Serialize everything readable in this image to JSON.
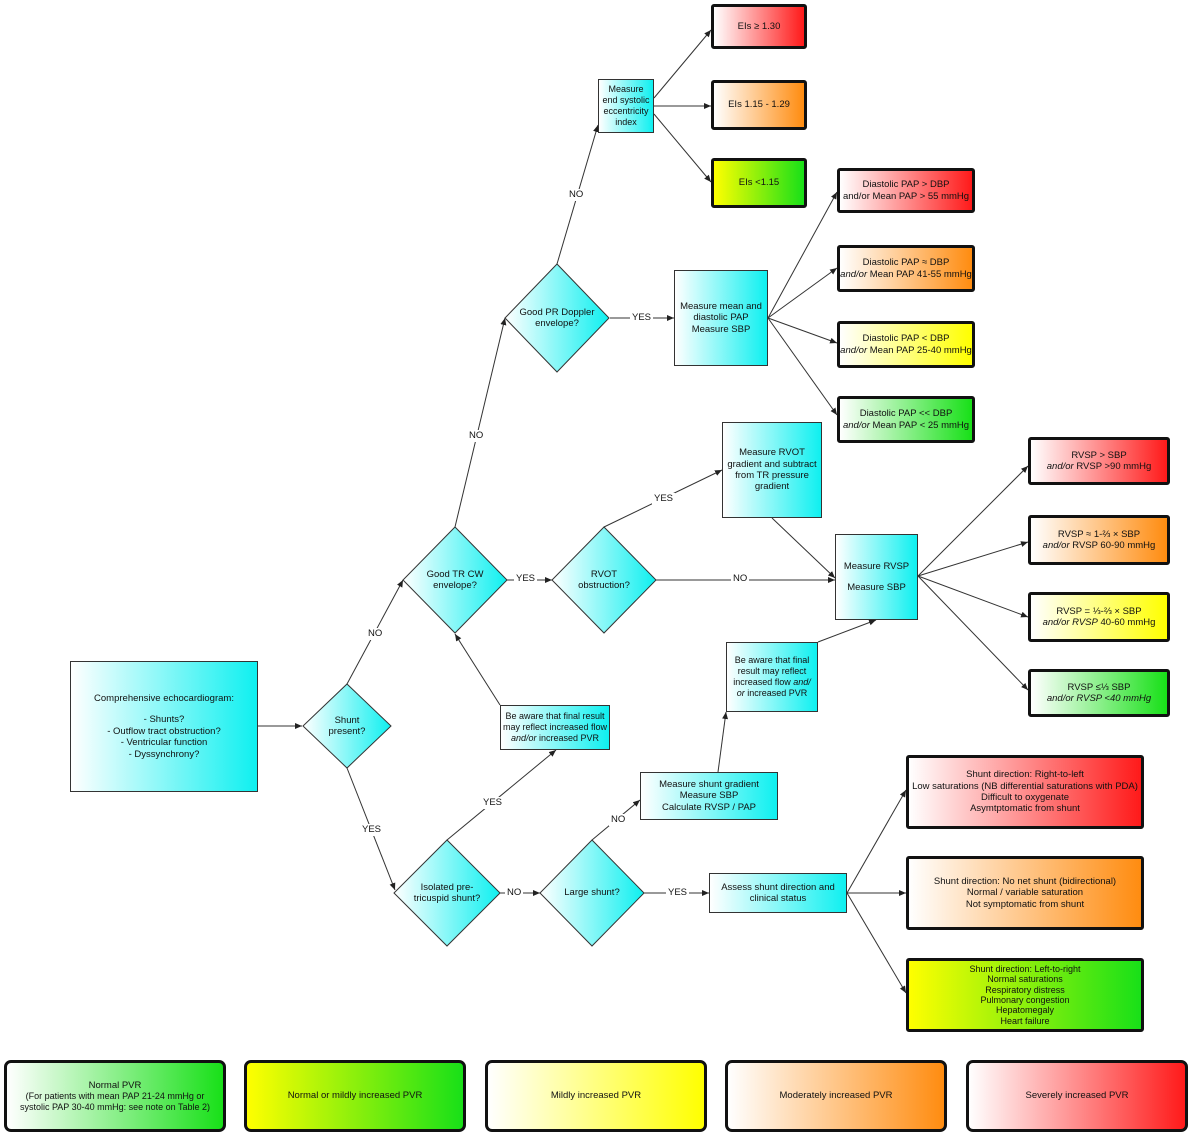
{
  "start": {
    "title": "Comprehensive echocardiogram:",
    "items": [
      "- Shunts?",
      "- Outflow tract obstruction?",
      "- Ventricular function",
      "- Dyssynchrony?"
    ]
  },
  "decisions": {
    "shunt_present": "Shunt present?",
    "good_tr_cw": "Good TR CW envelope?",
    "good_pr_doppler": "Good PR Doppler envelope?",
    "rvot_obstruction": "RVOT obstruction?",
    "isolated_pre_tricuspid": "Isolated pre-tricuspid shunt?",
    "large_shunt": "Large shunt?"
  },
  "actions": {
    "measure_eccentricity": "Measure end systolic eccentricity index",
    "measure_mean_diastolic_pap": [
      "Measure mean and",
      "diastolic PAP",
      "Measure SBP"
    ],
    "measure_rvot_gradient": "Measure RVOT gradient and subtract from TR pressure gradient",
    "measure_rvsp": [
      "Measure RVSP",
      "Measure SBP"
    ],
    "be_aware_upper": {
      "pre": "Be aware that final result may reflect increased flow ",
      "em": "and/or",
      "post": " increased PVR"
    },
    "be_aware_lower": {
      "pre": "Be aware that final result may reflect increased flow ",
      "em": "and/ or",
      "post": " increased PVR"
    },
    "measure_shunt_gradient": [
      "Measure shunt gradient",
      "Measure SBP",
      "Calculate RVSP / PAP"
    ],
    "assess_shunt": "Assess shunt direction and clinical status"
  },
  "edge_labels": {
    "no": "NO",
    "yes": "YES"
  },
  "results": {
    "eis_high": "EIs ≥ 1.30",
    "eis_mid": "EIs 1.15 - 1.29",
    "eis_low": "EIs <1.15",
    "dpap_gt": {
      "l1": "Diastolic PAP > DBP",
      "l2": "and/or Mean PAP > 55 mmHg"
    },
    "dpap_eq": {
      "l1": "Diastolic PAP ≈ DBP",
      "em": "and/or",
      "l2": " Mean PAP 41-55 mmHg"
    },
    "dpap_lt": {
      "l1": "Diastolic PAP < DBP",
      "em": "and/or",
      "l2": " Mean PAP 25-40 mmHg"
    },
    "dpap_llt": {
      "l1": "Diastolic PAP << DBP",
      "em": "and/or",
      "l2": " Mean PAP < 25 mmHg"
    },
    "rvsp_gt": {
      "l1": "RVSP > SBP",
      "em": "and/or",
      "l2": " RVSP >90 mmHg"
    },
    "rvsp_23": {
      "l1": "RVSP ≈ 1-⅔ × SBP",
      "em": "and/or",
      "l2": " RVSP 60-90 mmHg"
    },
    "rvsp_13": {
      "l1": "RVSP = ⅓-⅔ × SBP",
      "em": "and/or RVSP",
      "l2": " 40-60 mmHg"
    },
    "rvsp_lt13": {
      "l1": "RVSP ≤⅓ SBP",
      "em": "and/or RVSP <40 mmHg",
      "l2": ""
    },
    "shunt_rtl": [
      "Shunt direction: Right-to-left",
      "Low saturations (NB differential saturations with PDA)",
      "Difficult to oxygenate",
      "Asymtptomatic from shunt"
    ],
    "shunt_bi": [
      "Shunt direction: No net shunt (bidirectional)",
      "Normal / variable saturation",
      "Not symptomatic from shunt"
    ],
    "shunt_ltr": [
      "Shunt direction: Left-to-right",
      "Normal saturations",
      "Respiratory distress",
      "Pulmonary congestion",
      "Hepatomegaly",
      "Heart failure"
    ]
  },
  "legend": {
    "normal": [
      "Normal PVR",
      "(For patients with mean PAP 21-24 mmHg or systolic PAP 30-40 mmHg: see note on Table 2)"
    ],
    "normal_mild": "Normal or mildly increased PVR",
    "mild": "Mildly increased PVR",
    "moderate": "Moderately increased PVR",
    "severe": "Severely increased PVR"
  },
  "colors": {
    "cyan": "#0ff0f0",
    "red": "#ff1a1a",
    "orange": "#ff8c10",
    "yellow": "#ffff00",
    "green": "#18e018"
  }
}
